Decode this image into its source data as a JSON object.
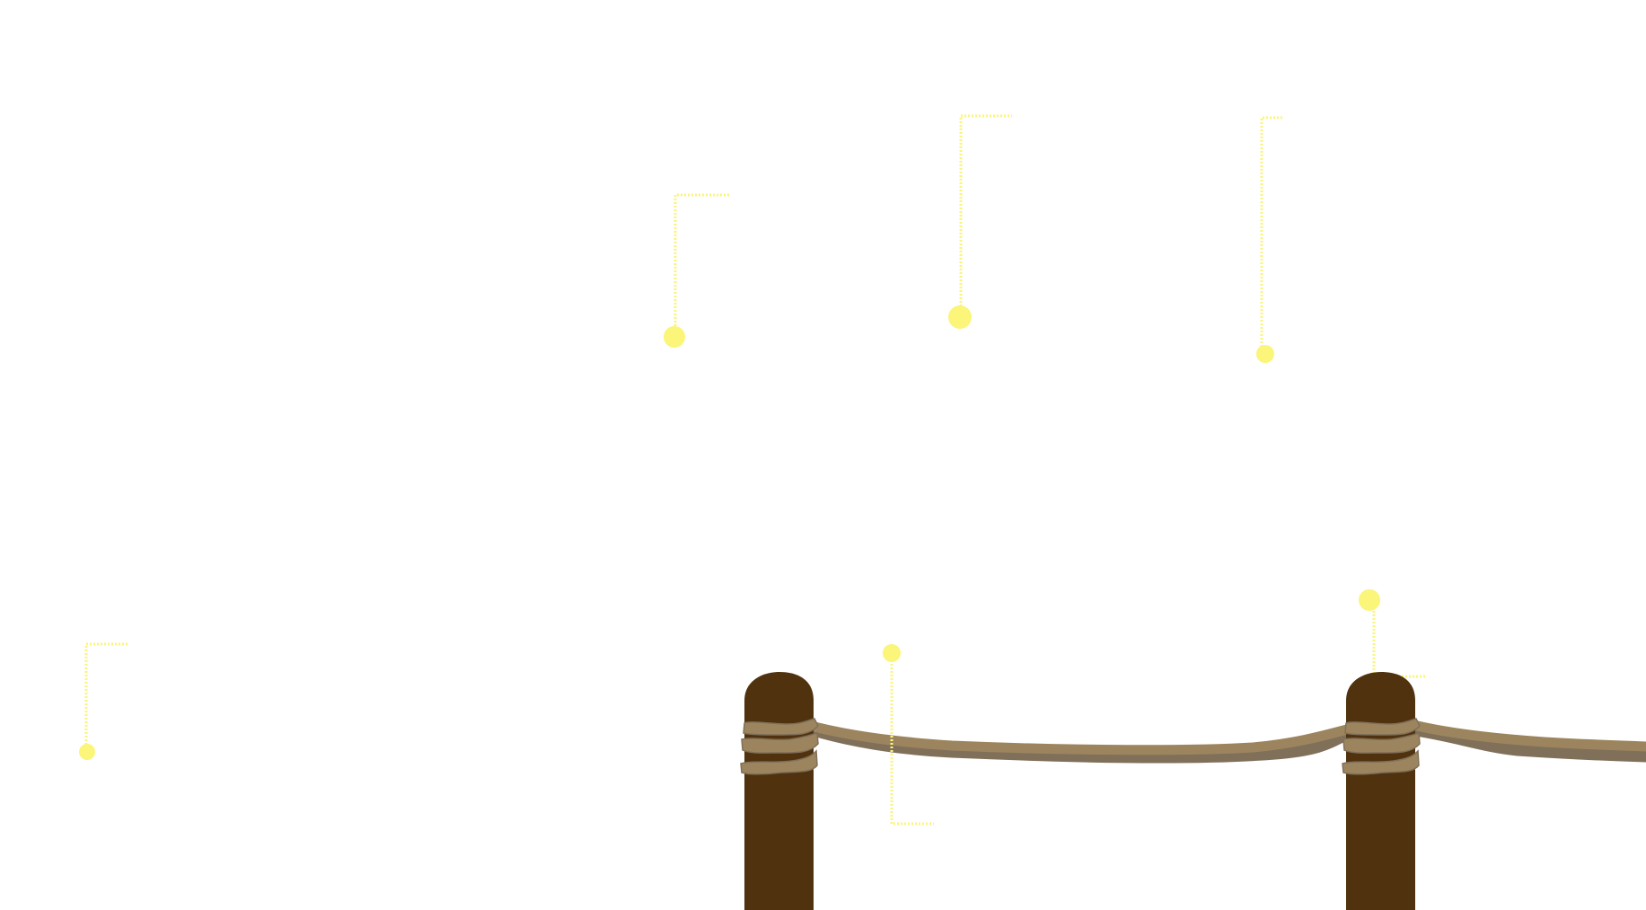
{
  "colors": {
    "background": "#ffffff",
    "marker": "#fbf57a",
    "leader": "#fbf57a",
    "post": "#50330e",
    "rope": "#9c855e",
    "rope_shadow": "#80705a"
  },
  "scene": {
    "posts": [
      {
        "name": "left-post"
      },
      {
        "name": "right-post"
      }
    ],
    "annotation_markers": [
      {
        "name": "marker-1"
      },
      {
        "name": "marker-2"
      },
      {
        "name": "marker-3"
      },
      {
        "name": "marker-4"
      },
      {
        "name": "marker-5"
      },
      {
        "name": "marker-6"
      }
    ]
  }
}
